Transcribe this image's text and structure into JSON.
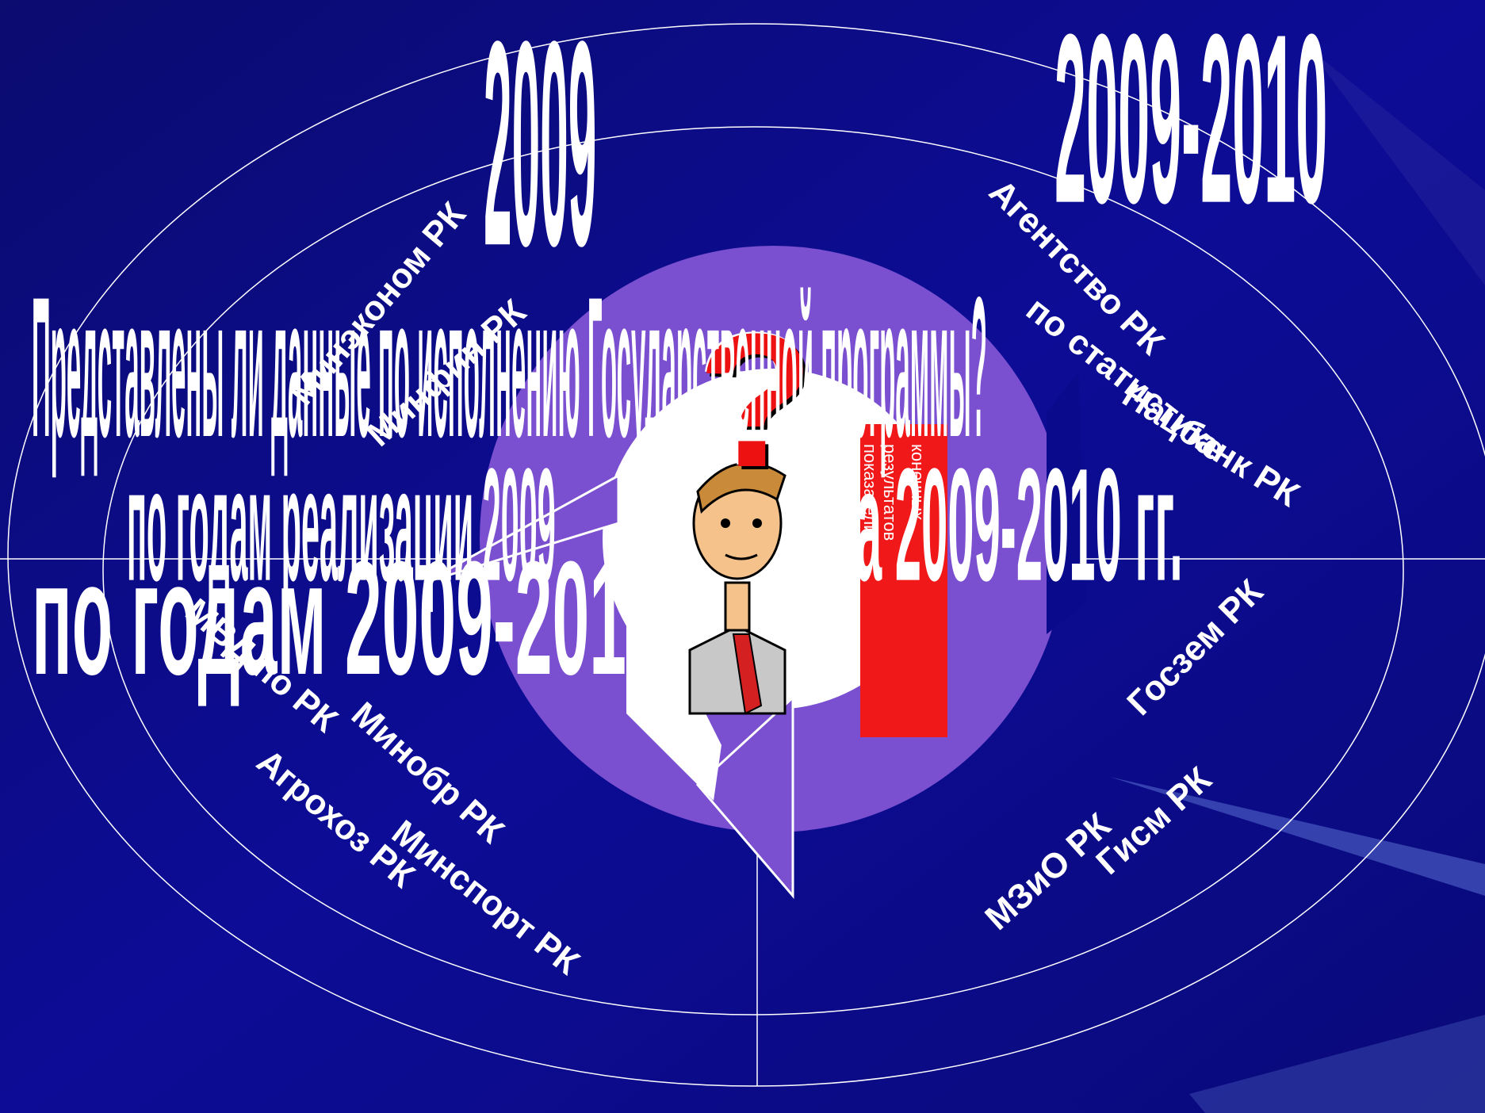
{
  "slide": {
    "title_line1": "Представлены ли данные по исполнению Государственной программы?",
    "title_line2": "по годам 2009-2010",
    "year_top_left": "2009",
    "years_top_right": "2009-2010",
    "lines_center": [
      "по годам реализации 2009",
      "за 2009-2010 гг."
    ],
    "question_mark": "?",
    "vertical_labels": [
      "результатов",
      "конечных",
      "показатели"
    ],
    "org_labels": {
      "upper_left": "Минэконом РК",
      "upper_left_2": "Минфин РК",
      "upper_right": "Агентство РК",
      "upper_right_2": "по статистике",
      "upper_right_3": "Нацбанк РК",
      "lower_left": "МВД по РК",
      "lower_left_2": "Агрохоз РК",
      "lower_left_3": "Минобр РК",
      "lower_mid": "Минспорт РК",
      "lower_right": "МЗиО РК",
      "lower_right_2": "Госзем РК",
      "lower_right_3": "Гисм РК"
    }
  },
  "colors": {
    "background": "#0a0a8c",
    "arrow_purple": "#7a4fd0",
    "question_red": "#ee1111",
    "text": "#ffffff"
  }
}
